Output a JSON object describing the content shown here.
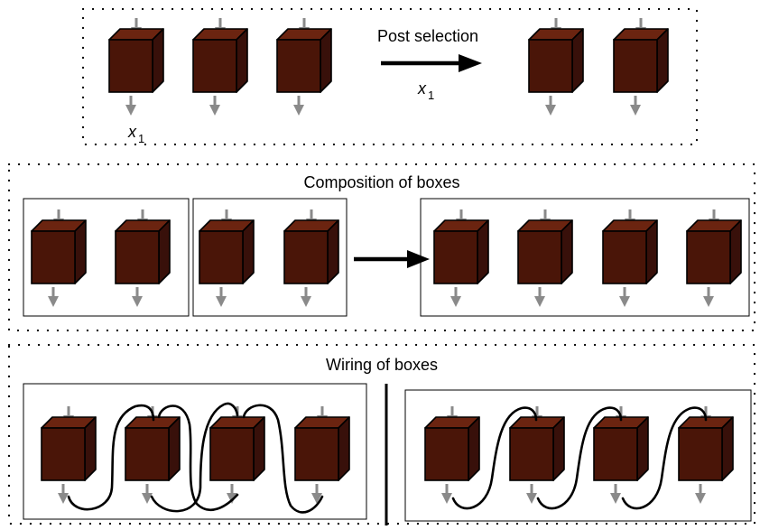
{
  "sections": {
    "post_selection": {
      "label": "Post selection",
      "arrow_variable": "x",
      "arrow_subscript": "1",
      "measured_variable": "x",
      "measured_subscript": "1"
    },
    "composition": {
      "label": "Composition of boxes"
    },
    "wiring": {
      "label": "Wiring of boxes"
    }
  },
  "colors": {
    "box_front": "#4a1508",
    "box_top": "#6b2410",
    "box_side": "#38100a",
    "box_outline": "#000000",
    "io_arrow": "#8a8a8a",
    "wire": "#000000"
  }
}
